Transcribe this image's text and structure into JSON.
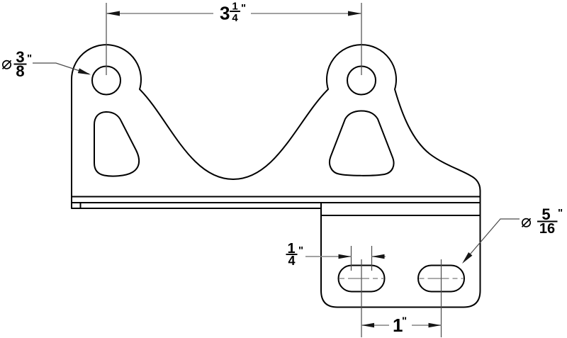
{
  "drawing": {
    "dim_hole_spacing": {
      "whole": "3",
      "num": "1",
      "den": "4",
      "unit": "\""
    },
    "callout_hole_dia": {
      "symbol": "⌀",
      "num": "3",
      "den": "8",
      "unit": "\""
    },
    "callout_slot_dia": {
      "symbol": "⌀",
      "num": "5",
      "den": "16",
      "unit": "\""
    },
    "dim_slot_travel": {
      "num": "1",
      "den": "4",
      "unit": "\""
    },
    "dim_slot_spacing": {
      "value": "1",
      "unit": "\""
    }
  }
}
